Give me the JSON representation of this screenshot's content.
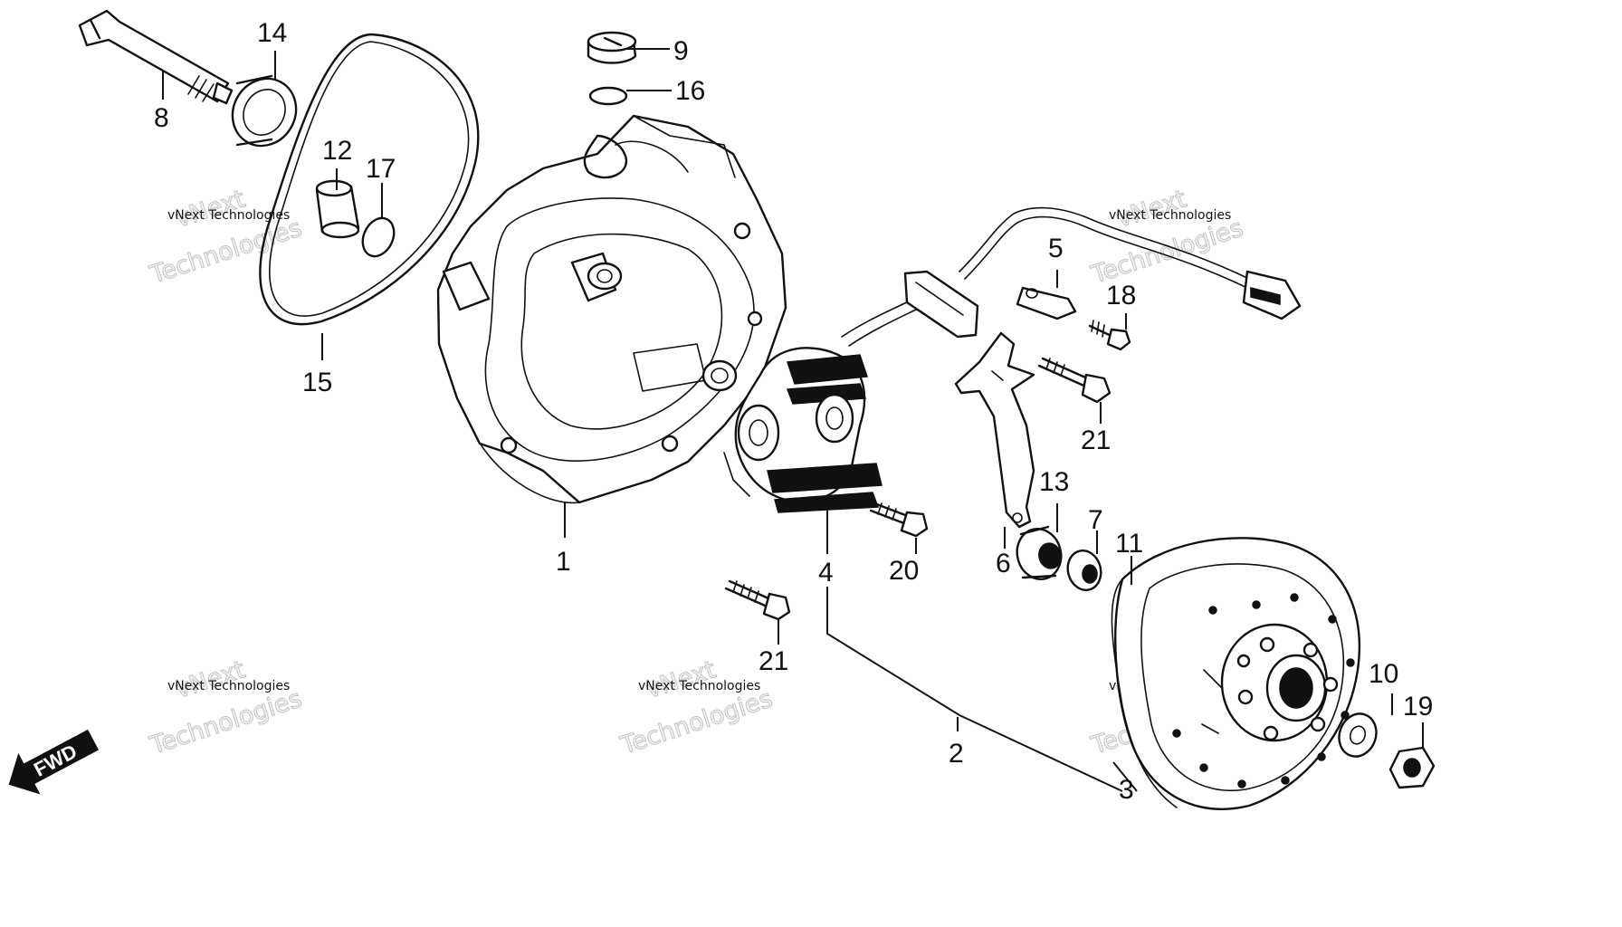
{
  "diagram": {
    "callouts": [
      "1",
      "2",
      "3",
      "4",
      "5",
      "6",
      "7",
      "8",
      "9",
      "10",
      "11",
      "12",
      "13",
      "14",
      "15",
      "16",
      "17",
      "18",
      "19",
      "20",
      "21",
      "21"
    ],
    "watermark": {
      "line1": "vNext Technologies",
      "word_a": "vNext",
      "word_b": "Technologies"
    },
    "direction_label": "FWD"
  }
}
